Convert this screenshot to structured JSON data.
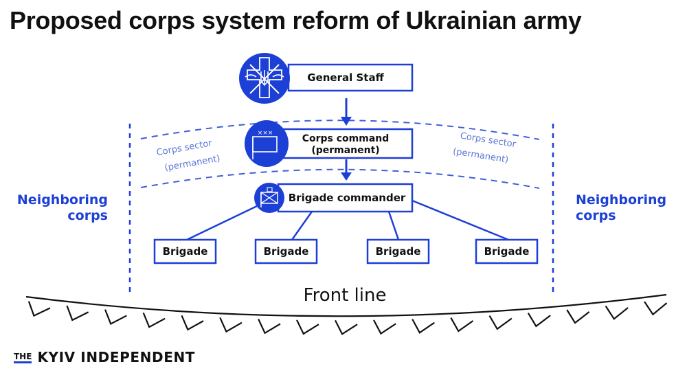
{
  "title": "Proposed corps system reform of Ukrainian army",
  "colors": {
    "accent": "#1c3fd6",
    "sector_text": "#5a77d6",
    "text": "#111111",
    "background": "#ffffff"
  },
  "nodes": {
    "general_staff": {
      "label": "General Staff",
      "icon": "armed-forces-emblem-icon"
    },
    "corps_command": {
      "label_line1": "Corps command",
      "label_line2": "(permanent)",
      "icon": "corps-flag-icon"
    },
    "brigade_commander": {
      "label": "Brigade commander",
      "icon": "brigade-flag-icon"
    },
    "corps_flag_marking": "×××",
    "brigades": [
      {
        "label": "Brigade"
      },
      {
        "label": "Brigade"
      },
      {
        "label": "Brigade"
      },
      {
        "label": "Brigade"
      }
    ]
  },
  "sector_labels": {
    "left": {
      "line1": "Corps sector",
      "line2": "(permanent)"
    },
    "right": {
      "line1": "Corps sector",
      "line2": "(permanent)"
    }
  },
  "neighbors": {
    "left": {
      "line1": "Neighboring",
      "line2": "corps"
    },
    "right": {
      "line1": "Neighboring",
      "line2": "corps"
    }
  },
  "front_line": {
    "label": "Front line",
    "icon": "front-line-barrier-icon"
  },
  "brand": {
    "prefix": "THE",
    "name": "KYIV INDEPENDENT"
  }
}
